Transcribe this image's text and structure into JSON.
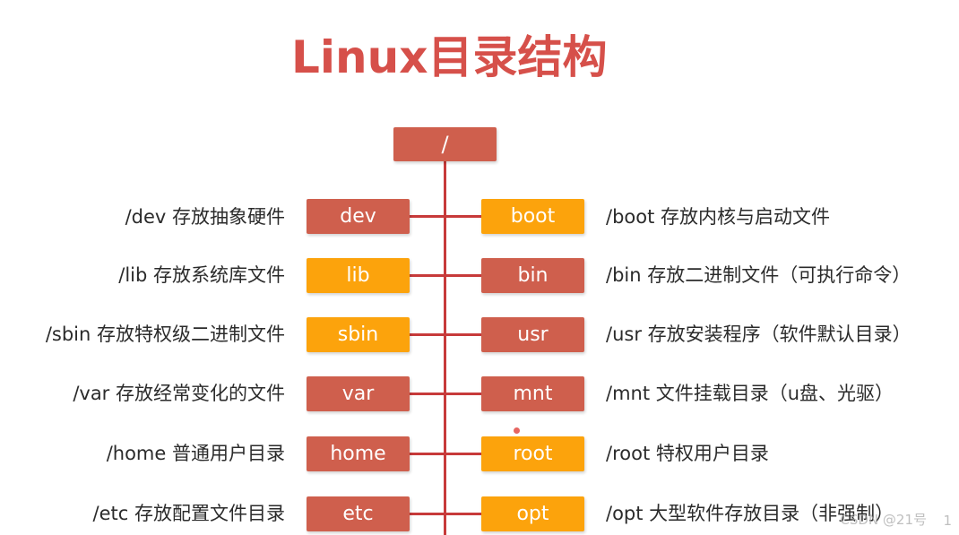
{
  "title": "Linux目录结构",
  "root": "/",
  "rows": [
    {
      "left": {
        "name": "dev",
        "desc": "/dev 存放抽象硬件",
        "color": "red"
      },
      "right": {
        "name": "boot",
        "desc": "/boot 存放内核与启动文件",
        "color": "orange"
      }
    },
    {
      "left": {
        "name": "lib",
        "desc": "/lib 存放系统库文件",
        "color": "orange"
      },
      "right": {
        "name": "bin",
        "desc": "/bin 存放二进制文件（可执行命令）",
        "color": "red"
      }
    },
    {
      "left": {
        "name": "sbin",
        "desc": "/sbin 存放特权级二进制文件",
        "color": "orange"
      },
      "right": {
        "name": "usr",
        "desc": "/usr 存放安装程序（软件默认目录）",
        "color": "red"
      }
    },
    {
      "left": {
        "name": "var",
        "desc": "/var 存放经常变化的文件",
        "color": "red"
      },
      "right": {
        "name": "mnt",
        "desc": "/mnt 文件挂载目录（u盘、光驱）",
        "color": "red"
      }
    },
    {
      "left": {
        "name": "home",
        "desc": "/home 普通用户目录",
        "color": "red"
      },
      "right": {
        "name": "root",
        "desc": "/root 特权用户目录",
        "color": "orange"
      }
    },
    {
      "left": {
        "name": "etc",
        "desc": "/etc 存放配置文件目录",
        "color": "red"
      },
      "right": {
        "name": "opt",
        "desc": "/opt 大型软件存放目录（非强制）",
        "color": "orange"
      }
    }
  ],
  "colors": {
    "red": "#cf5f4d",
    "orange": "#fca30c",
    "title": "#d6504a",
    "line": "#c73a3a"
  },
  "watermark": "CSDN @21号",
  "page_mark": "1"
}
